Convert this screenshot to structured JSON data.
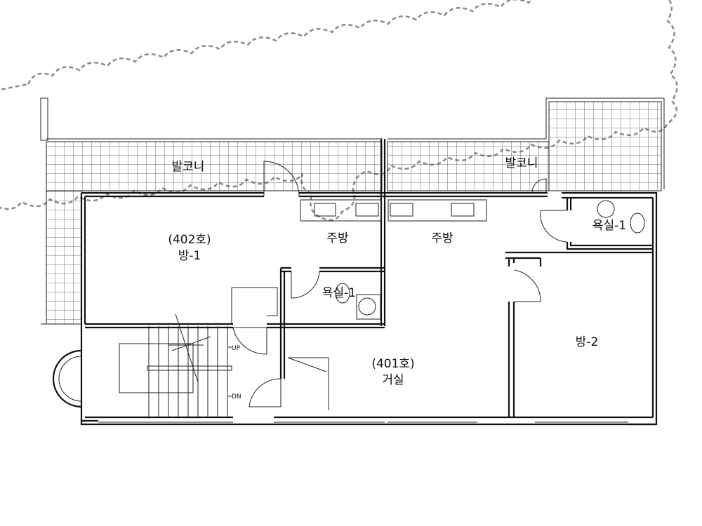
{
  "plan": {
    "labels": {
      "balcony_left": "발코니",
      "balcony_right": "발코니",
      "unit_402": "(402호)",
      "room1": "방-1",
      "kitchen_left": "주방",
      "kitchen_right": "주방",
      "bath1": "욕실-1",
      "bath_right": "욕실-1",
      "unit_401": "(401호)",
      "living": "거실",
      "room2": "방-2",
      "stair_up": "UP",
      "stair_dn": "DN"
    },
    "colors": {
      "wall": "#111111",
      "revision_cloud": "#8a8a8a",
      "tile_grid": "#444444"
    }
  }
}
